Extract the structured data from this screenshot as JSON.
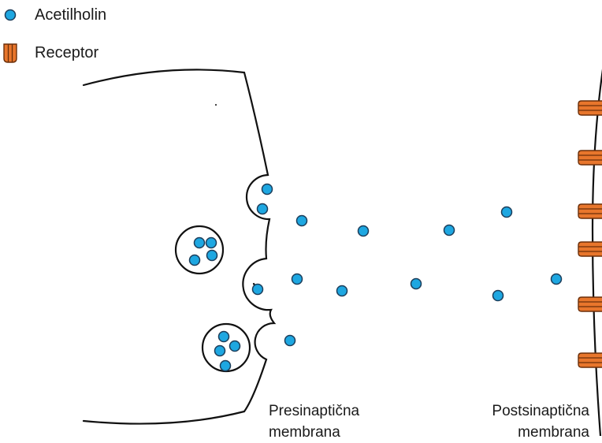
{
  "legend": {
    "acetylcholine_label": "Acetilholin",
    "receptor_label": "Receptor"
  },
  "labels": {
    "presynaptic_line1": "Presinaptična",
    "presynaptic_line2": "membrana",
    "postsynaptic_line1": "Postsinaptična",
    "postsynaptic_line2": "membrana"
  },
  "colors": {
    "molecule_fill": "#1ea7e1",
    "molecule_stroke": "#1c3d5a",
    "receptor_fill": "#e8762c",
    "receptor_stroke": "#6b2f0a",
    "membrane_stroke": "#111111"
  },
  "icons": {
    "molecule": "blue-circle",
    "receptor": "orange-channel-protein"
  }
}
